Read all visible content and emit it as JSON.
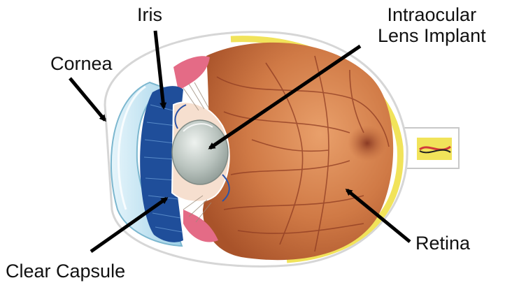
{
  "labels": {
    "iris": "Iris",
    "cornea": "Cornea",
    "iol_line1": "Intraocular",
    "iol_line2": "Lens Implant",
    "retina": "Retina",
    "capsule": "Clear Capsule"
  },
  "colors": {
    "retina_fill": "#d07a46",
    "retina_dark": "#a9532a",
    "sclera_outline": "#f1e35a",
    "iris_blue": "#1f4e9a",
    "cornea_light": "#bfe3f2",
    "lens_gray": "#b9c3be",
    "pink_tissue": "#e46b86",
    "arrow": "#000000"
  }
}
